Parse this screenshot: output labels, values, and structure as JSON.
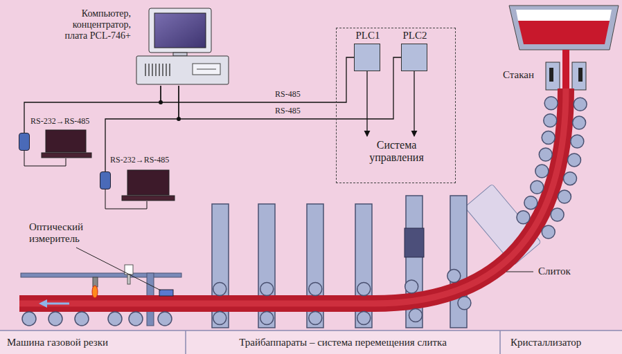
{
  "diagram": {
    "nodes": [
      {
        "text": [
          "Компьютер, концентратор, плата PCL-746+"
        ]
      },
      {
        "text": [
          "Система управления"
        ]
      },
      {
        "text": [
          "PLC1"
        ],
        "in": 1
      },
      {
        "text": [
          "PLC2"
        ],
        "in": 1
      },
      {
        "text": [
          "RS-232→RS-485"
        ]
      },
      {
        "text": [
          "RS-232→RS-485"
        ]
      }
    ],
    "edges": [
      {
        "from": 0,
        "to": 4,
        "arrow": "none"
      },
      {
        "from": 0,
        "to": 2,
        "arrow": "none",
        "label": "RS-485"
      },
      {
        "from": 0,
        "to": 5,
        "arrow": "none"
      },
      {
        "from": 0,
        "to": 3,
        "arrow": "none",
        "label": "RS-485"
      },
      {
        "from": 2,
        "to": 1,
        "arrow": "to"
      },
      {
        "from": 3,
        "to": 1,
        "arrow": "to"
      }
    ],
    "labels": [
      "Стакан",
      "Слиток",
      "Оптический измеритель",
      "Машина газовой резки",
      "Трайбаппараты – система перемещения слитка",
      "Кристаллизатор"
    ]
  }
}
